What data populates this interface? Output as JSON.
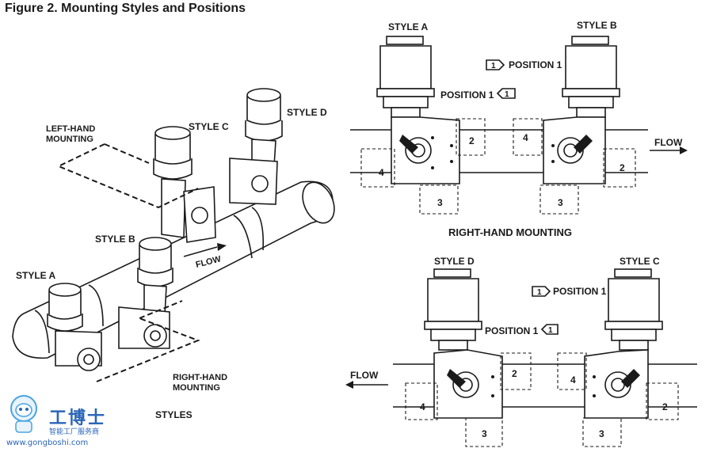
{
  "figure": {
    "title": "Figure 2. Mounting Styles and Positions"
  },
  "left_view": {
    "style_labels": [
      "STYLE A",
      "STYLE B",
      "STYLE C",
      "STYLE D"
    ],
    "left_hand_mounting": "LEFT-HAND\nMOUNTING",
    "right_hand_mounting": "RIGHT-HAND\nMOUNTING",
    "flow_label": "FLOW",
    "caption": "STYLES"
  },
  "right_hand_view": {
    "style_a": "STYLE A",
    "style_b": "STYLE B",
    "position_callout_top": "POSITION 1",
    "position_callout_mid": "POSITION 1",
    "callout_number": "1",
    "positions": [
      "2",
      "3",
      "4"
    ],
    "flow_label": "FLOW",
    "caption": "RIGHT-HAND MOUNTING"
  },
  "left_hand_view": {
    "style_d": "STYLE D",
    "style_c": "STYLE C",
    "position_callout_top": "POSITION 1",
    "position_callout_mid": "POSITION 1",
    "callout_number": "1",
    "positions": [
      "2",
      "3",
      "4"
    ],
    "flow_label": "FLOW"
  },
  "watermark": {
    "logo_text": "工博士",
    "subtitle": "智能工厂服务商",
    "url": "www.gongboshi.com"
  }
}
